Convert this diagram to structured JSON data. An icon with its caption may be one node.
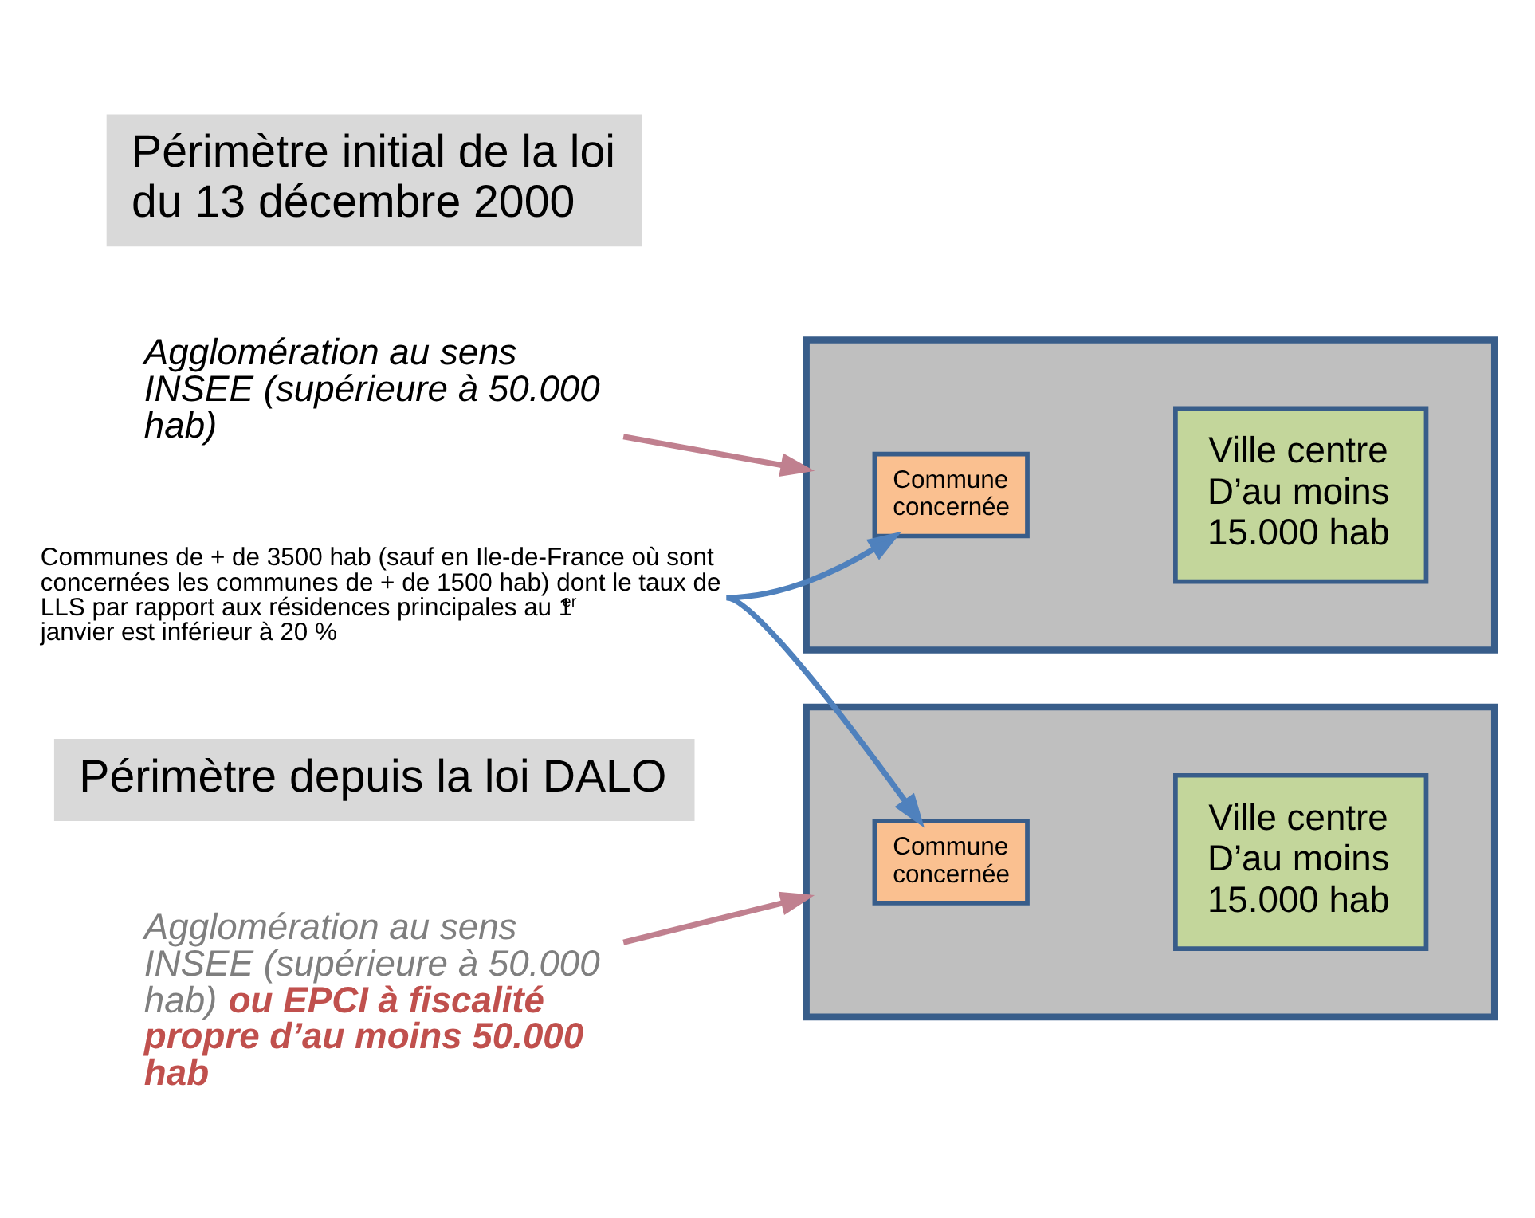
{
  "diagram": {
    "nodes": [
      {
        "text": [
          "Périmètre initial de la loi du 13 décembre 2000"
        ]
      },
      {
        "text": [
          "Agglomération au sens INSEE (supérieure à 50.000 hab)"
        ]
      },
      {
        "text": [],
        "shape": "box"
      },
      {
        "text": [
          "Commune concernée"
        ],
        "in": 2
      },
      {
        "text": [
          "Ville centre D’au moins 15.000 hab"
        ],
        "in": 2
      },
      {
        "text": [
          "Communes de + de 3500 hab (sauf en Ile-de-France où sont concernées les communes de + de 1500 hab) dont le taux de LLS par rapport aux résidences principales au 1$^{er}$ janvier est inférieur à 20 %"
        ]
      },
      {
        "text": [
          "Périmètre depuis la loi DALO"
        ]
      },
      {
        "text": [
          "Agglomération au sens INSEE (supérieure à 50.000 hab) **ou EPCI à fiscalité propre d’au moins 50.000 hab**"
        ]
      },
      {
        "text": [],
        "shape": "box"
      },
      {
        "text": [
          "Commune concernée"
        ],
        "in": 8
      },
      {
        "text": [
          "Ville centre D’au moins 15.000 hab"
        ],
        "in": 8
      }
    ],
    "edges": [
      {
        "from": 1,
        "to": 2,
        "arrow": "to",
        "color": "#c0808f"
      },
      {
        "from": 5,
        "to": 3,
        "arrow": "to",
        "color": "#4f81bd"
      },
      {
        "from": 5,
        "to": 9,
        "arrow": "to",
        "color": "#4f81bd"
      },
      {
        "from": 7,
        "to": 8,
        "arrow": "to",
        "color": "#c0808f"
      }
    ]
  }
}
